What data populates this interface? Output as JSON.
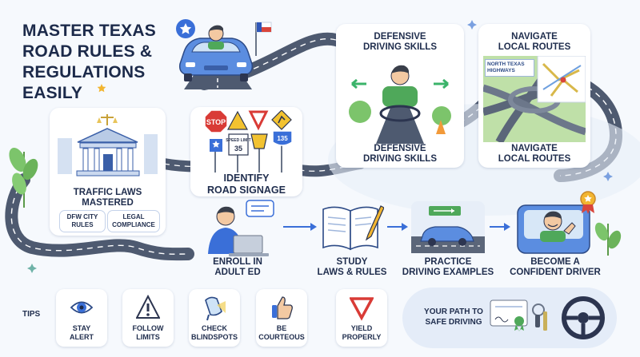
{
  "title": [
    "MASTER TEXAS",
    "ROAD RULES &",
    "REGULATIONS",
    "EASILY"
  ],
  "cards": {
    "defensive": {
      "top_label": [
        "DEFENSIVE",
        "DRIVING SKILLS"
      ],
      "bottom_label": [
        "DEFENSIVE",
        "DRIVING SKILLS"
      ]
    },
    "navigate": {
      "top_label": [
        "NAVIGATE",
        "LOCAL ROUTES"
      ],
      "bottom_label": [
        "NAVIGATE",
        "LOCAL ROUTES"
      ],
      "map_label": [
        "NORTH TEXAS",
        "HIGHWAYS"
      ]
    },
    "traffic": {
      "label": [
        "TRAFFIC LAWS",
        "MASTERED"
      ],
      "pills": [
        [
          "DFW CITY",
          "RULES"
        ],
        [
          "LEGAL",
          "COMPLIANCE"
        ]
      ]
    },
    "signage": {
      "label": [
        "IDENTIFY",
        "ROAD SIGNAGE"
      ],
      "signs": [
        "STOP",
        "SPEED LIMIT",
        "35",
        "135"
      ]
    }
  },
  "steps": [
    {
      "label": [
        "ENROLL IN",
        "ADULT ED"
      ]
    },
    {
      "label": [
        "STUDY",
        "LAWS & RULES"
      ]
    },
    {
      "label": [
        "PRACTICE",
        "DRIVING EXAMPLES"
      ]
    },
    {
      "label": [
        "BECOME A",
        "CONFIDENT DRIVER"
      ]
    }
  ],
  "tips": {
    "heading": "TIPS",
    "items": [
      {
        "label": [
          "STAY",
          "ALERT"
        ],
        "icon": "eye-icon"
      },
      {
        "label": [
          "FOLLOW",
          "LIMITS"
        ],
        "icon": "warning-icon"
      },
      {
        "label": [
          "CHECK",
          "BLINDSPOTS"
        ],
        "icon": "mirror-icon"
      },
      {
        "label": [
          "BE",
          "COURTEOUS"
        ],
        "icon": "thumbs-up-icon"
      },
      {
        "label": [
          "YIELD",
          "PROPERLY"
        ],
        "icon": "yield-icon"
      }
    ]
  },
  "path": {
    "label": [
      "YOUR PATH TO",
      "SAFE DRIVING"
    ]
  },
  "colors": {
    "road": "#4e5a70",
    "accent": "#3a6fd8",
    "green": "#5bb24f",
    "background": "#f6f9fd",
    "text": "#1c2a4a"
  }
}
